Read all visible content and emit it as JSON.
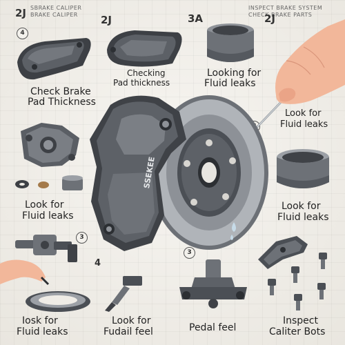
{
  "header": {
    "title_left": "SBRAKE CALIPER",
    "title_left_sub": "BRAKE CALIPER",
    "title_right": "INSPECT BRAKE SYSTEM",
    "title_right_sub": "CHECK BRAKE PARTS"
  },
  "step_numbers": {
    "n1": "4",
    "n2": "2J",
    "n3": "3A",
    "n4": "2J",
    "n5": "3",
    "n6": "4",
    "n7": "3",
    "n8": "3",
    "n9": "4"
  },
  "labels": {
    "check_brake_pad_thickness": [
      "Check Brake",
      "Pad Thickness"
    ],
    "checking_pad_thickness": [
      "Checking",
      "Pad thickness"
    ],
    "looking_for_fluid_leaks": [
      "Looking for",
      "Fluid leaks"
    ],
    "look_for_fluid_leaks_right": [
      "Look for",
      "Fluid leaks"
    ],
    "look_for_fluid_leaks_left": [
      "Look for",
      "Fluid leaks"
    ],
    "look_for_fluid_leaks_right2": [
      "Look for",
      "Fluid leaks"
    ],
    "look_for_fluid_leaks_bottom": [
      "Iosk for",
      "Fluid leaks"
    ],
    "look_for_fudail_feel": [
      "Look for",
      "Fudail feel"
    ],
    "pedal_feel": [
      "Pedal feel"
    ],
    "inspect_caliper_bolts": [
      "Inspect",
      "Caliter Bots"
    ]
  },
  "caliper_brand": "SSEKEE",
  "colors": {
    "background": "#efece6",
    "metal_dark": "#4a4d52",
    "metal_mid": "#7b7f85",
    "metal_light": "#b8bcc1",
    "skin": "#f2b79a",
    "text": "#222222"
  }
}
